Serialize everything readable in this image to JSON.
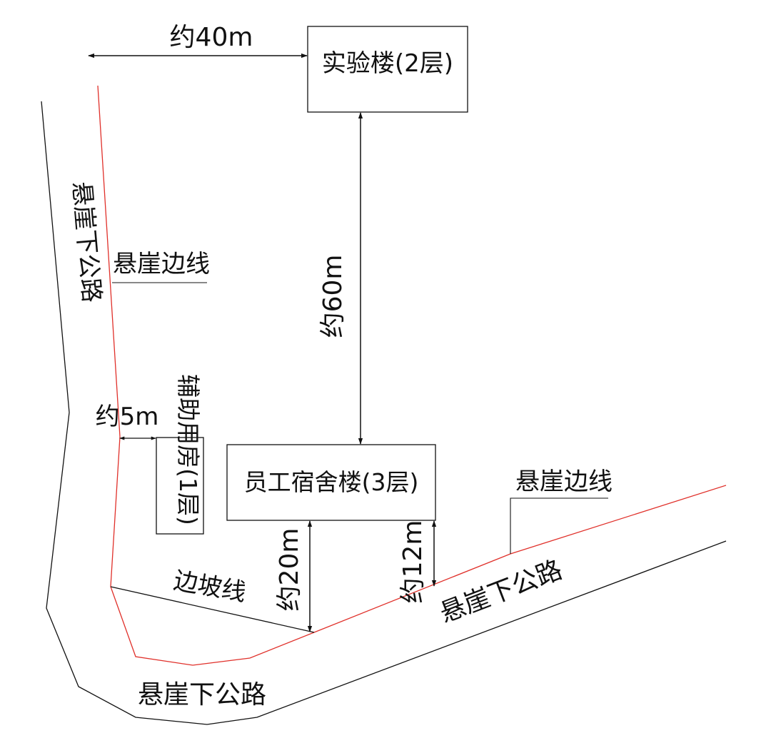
{
  "colors": {
    "ink": "#111111",
    "cliff_edge": "#e0302a",
    "background": "#ffffff"
  },
  "buildings": {
    "lab": "实验楼(2层)",
    "dorm": "员工宿舍楼(3层)",
    "aux": "辅助用房(1层)"
  },
  "distances": {
    "lab_to_cliff": "约40m",
    "lab_to_dorm": "约60m",
    "aux_to_cliff": "约5m",
    "dorm_to_slope": "约20m",
    "dorm_to_cliff": "约12m"
  },
  "lines": {
    "cliff_edge_left": "悬崖边线",
    "cliff_edge_right": "悬崖边线",
    "slope_line": "边坡线",
    "road_left": "悬崖下公路",
    "road_bottom": "悬崖下公路",
    "road_right": "悬崖下公路"
  }
}
